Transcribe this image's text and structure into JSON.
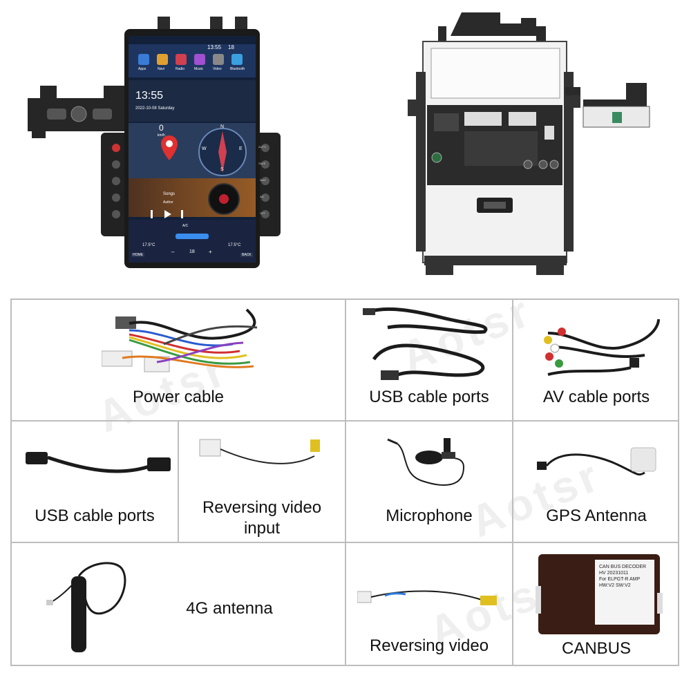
{
  "screen": {
    "status_time": "13:55",
    "status_num": "18",
    "apps": [
      "Apps",
      "Navi",
      "Radio",
      "Music",
      "Video",
      "Bluetooth"
    ],
    "clock": "13:55",
    "date": "2022-10-08  Saturday",
    "speed": "0",
    "speed_unit": "km/h",
    "compass": [
      "N",
      "W",
      "E",
      "S"
    ],
    "song_title": "Songs",
    "song_author": "Author",
    "home_label": "HOME",
    "back_label": "BACK",
    "ac_label": "A/C",
    "temp_left": "17.5°C",
    "temp_right": "17.5°C",
    "fan_minus": "–",
    "fan_value": "18",
    "fan_plus": "+",
    "side_right_buttons": [
      "AUTO",
      "SAVE",
      "MAX",
      "A/C",
      "OFF"
    ]
  },
  "watermark": "Aotsr",
  "items": [
    {
      "label": "Power cable"
    },
    {
      "label": "USB cable ports"
    },
    {
      "label": "AV cable ports"
    },
    {
      "label": "USB cable ports"
    },
    {
      "label_line1": "Reversing video",
      "label_line2": "input"
    },
    {
      "label": "Microphone"
    },
    {
      "label": "GPS Antenna"
    },
    {
      "label": "4G antenna"
    },
    {
      "label": "Reversing video"
    },
    {
      "label": "CANBUS",
      "sticker": [
        "CAN BUS DECODER",
        "HV 20231011",
        "For ELPGT-R AMP",
        "HW:V2  SW:V2"
      ]
    }
  ],
  "colors": {
    "grid_border": "#bdbdbd",
    "cable_black": "#1b1b1b",
    "screen_bg": "#1c2a44",
    "accent_blue": "#2f7bdc"
  }
}
